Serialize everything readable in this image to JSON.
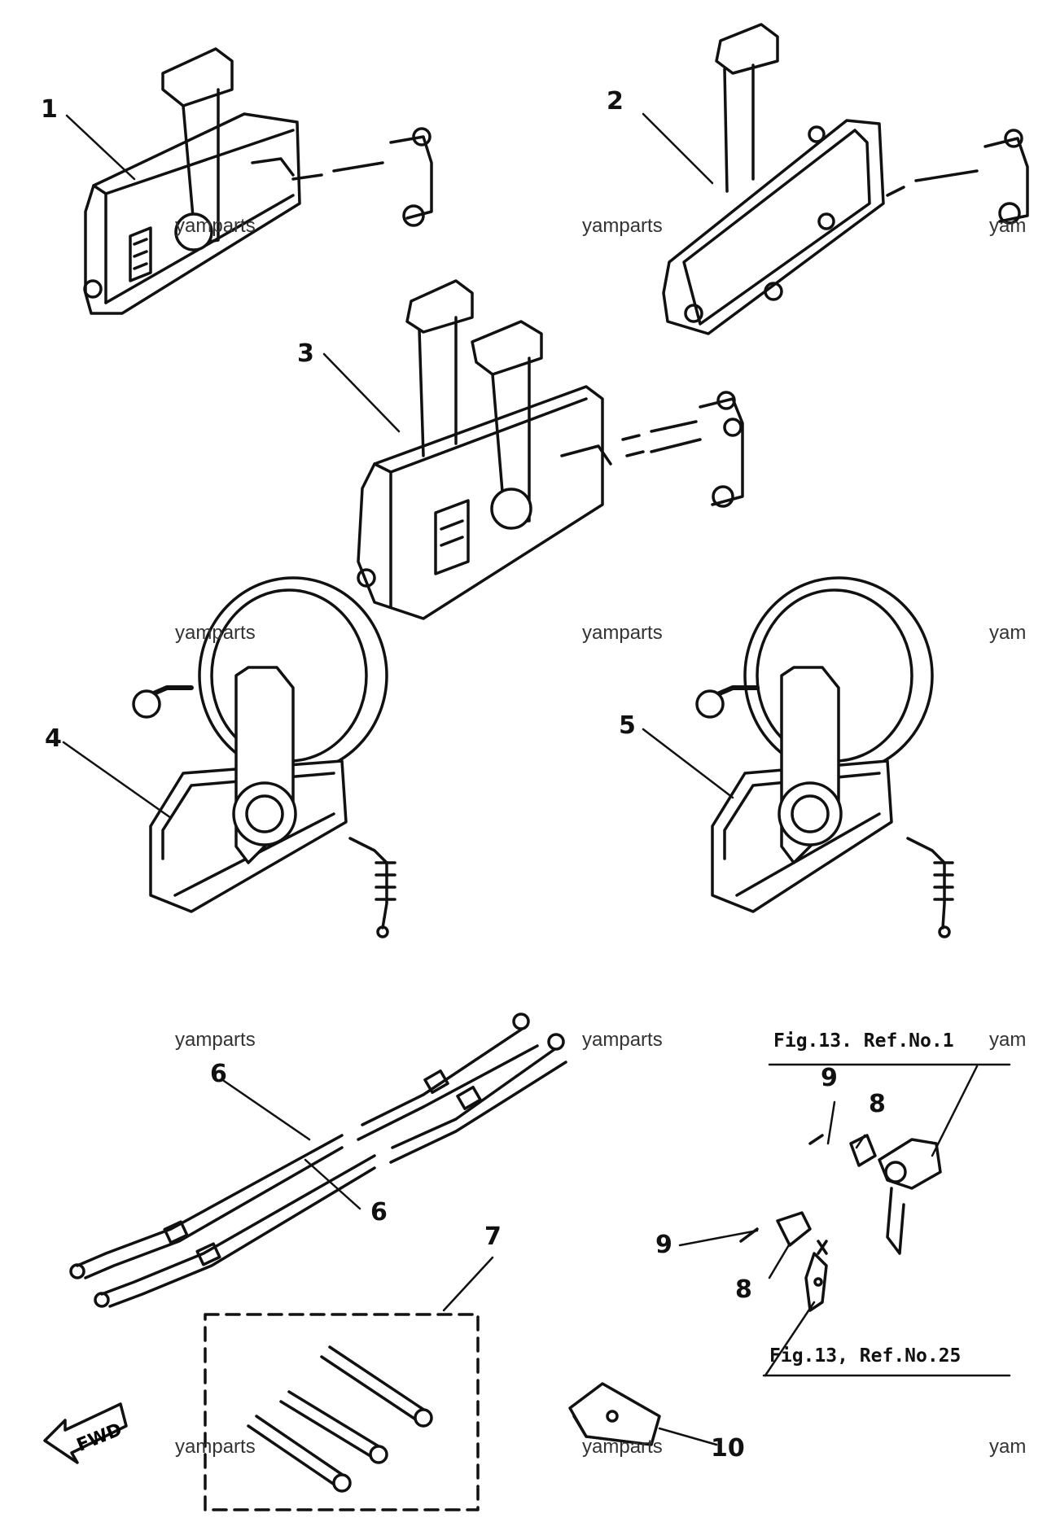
{
  "callouts": {
    "c1": "1",
    "c2": "2",
    "c3": "3",
    "c4": "4",
    "c5": "5",
    "c6a": "6",
    "c6b": "6",
    "c7": "7",
    "c8a": "8",
    "c8b": "8",
    "c9a": "9",
    "c9b": "9",
    "c10": "10"
  },
  "ref_notes": {
    "top": "Fig.13. Ref.No.1",
    "bottom": "Fig.13, Ref.No.25"
  },
  "fwd_label": "FWD",
  "watermark": "yamparts",
  "watermark_partial": "yam"
}
